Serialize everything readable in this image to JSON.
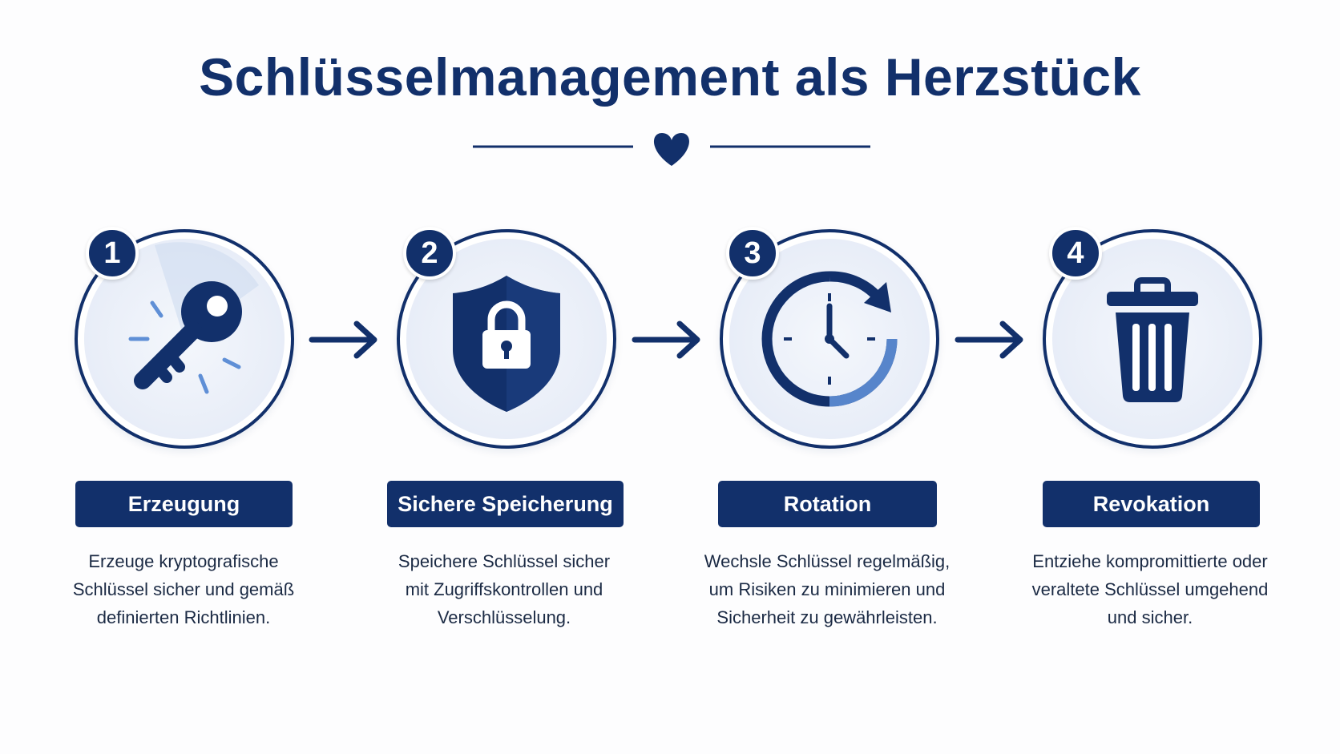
{
  "title": "Schlüsselmanagement als Herzstück",
  "colors": {
    "primary": "#12306b",
    "accent_light": "#5f8fd6",
    "text": "#1b2a44"
  },
  "divider_icon": "heart-icon",
  "steps": [
    {
      "number": "1",
      "label": "Erzeugung",
      "icon": "key-icon",
      "lines": [
        "Erzeuge kryptografische",
        "Schlüssel sicher und gemäß",
        "definierten Richtlinien."
      ]
    },
    {
      "number": "2",
      "label": "Sichere Speicherung",
      "icon": "shield-lock-icon",
      "lines": [
        "Speichere Schlüssel sicher",
        "mit Zugriffskontrollen und",
        "Verschlüsselung."
      ]
    },
    {
      "number": "3",
      "label": "Rotation",
      "icon": "clock-rotate-icon",
      "lines": [
        "Wechsle Schlüssel regelmäßig,",
        "um Risiken zu minimieren und",
        "Sicherheit zu gewährleisten."
      ]
    },
    {
      "number": "4",
      "label": "Revokation",
      "icon": "trash-icon",
      "lines": [
        "Entziehe kompromittierte oder",
        "veraltete Schlüssel umgehend",
        "und sicher."
      ]
    }
  ]
}
